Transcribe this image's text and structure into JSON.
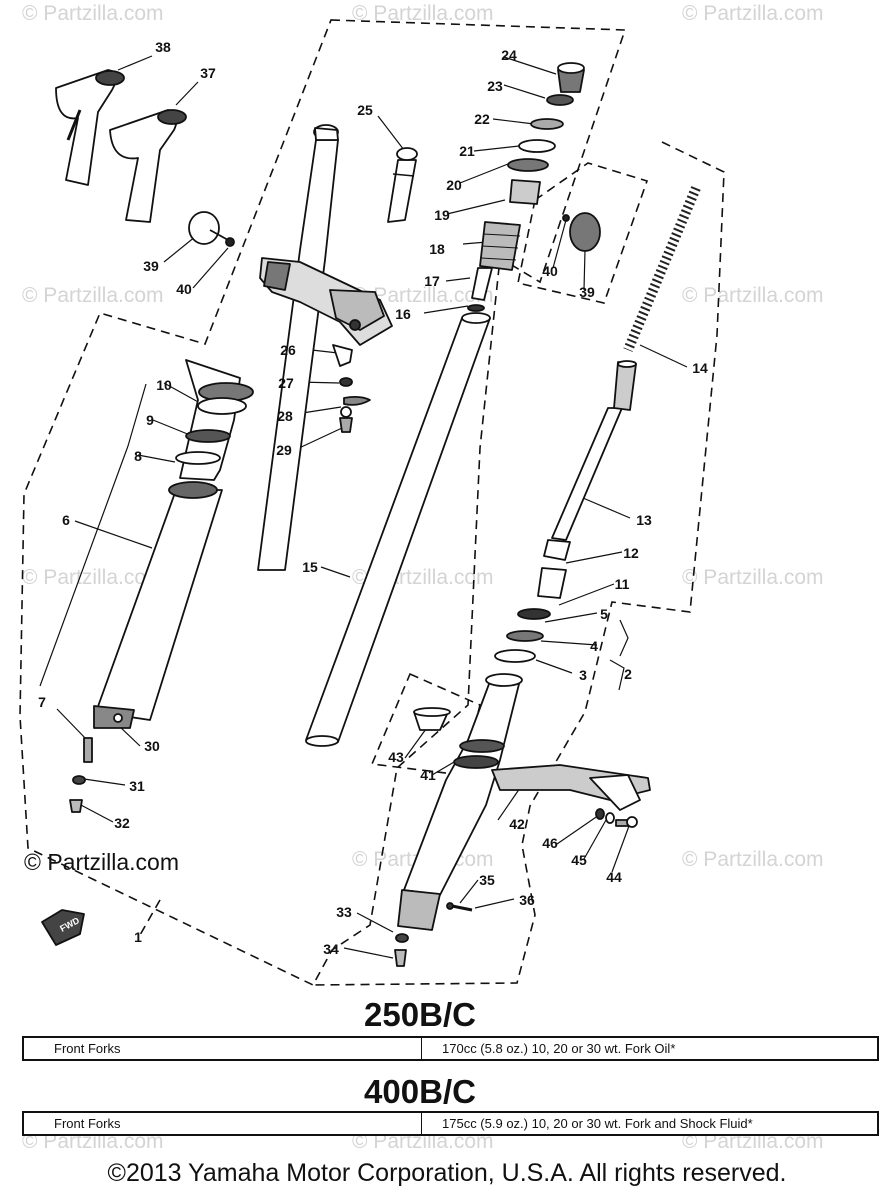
{
  "watermark": "© Partzilla.com",
  "credit": "© Partzilla.com",
  "fwd_label": "FWD",
  "callouts": [
    {
      "n": "1"
    },
    {
      "n": "2"
    },
    {
      "n": "3"
    },
    {
      "n": "4"
    },
    {
      "n": "5"
    },
    {
      "n": "6"
    },
    {
      "n": "7"
    },
    {
      "n": "8"
    },
    {
      "n": "9"
    },
    {
      "n": "10"
    },
    {
      "n": "11"
    },
    {
      "n": "12"
    },
    {
      "n": "13"
    },
    {
      "n": "14"
    },
    {
      "n": "15"
    },
    {
      "n": "16"
    },
    {
      "n": "17"
    },
    {
      "n": "18"
    },
    {
      "n": "19"
    },
    {
      "n": "20"
    },
    {
      "n": "21"
    },
    {
      "n": "22"
    },
    {
      "n": "23"
    },
    {
      "n": "24"
    },
    {
      "n": "25"
    },
    {
      "n": "26"
    },
    {
      "n": "27"
    },
    {
      "n": "28"
    },
    {
      "n": "29"
    },
    {
      "n": "30"
    },
    {
      "n": "31"
    },
    {
      "n": "32"
    },
    {
      "n": "33"
    },
    {
      "n": "34"
    },
    {
      "n": "35"
    },
    {
      "n": "36"
    },
    {
      "n": "37"
    },
    {
      "n": "38"
    },
    {
      "n": "39"
    },
    {
      "n": "40"
    },
    {
      "n": "39"
    },
    {
      "n": "40"
    },
    {
      "n": "41"
    },
    {
      "n": "42"
    },
    {
      "n": "43"
    },
    {
      "n": "44"
    },
    {
      "n": "45"
    },
    {
      "n": "46"
    }
  ],
  "specs": [
    {
      "model": "250B/C",
      "part": "Front Forks",
      "capacity": "170cc (5.8 oz.) 10, 20 or 30 wt. Fork Oil*"
    },
    {
      "model": "400B/C",
      "part": "Front Forks",
      "capacity": "175cc (5.9 oz.) 10, 20 or 30 wt. Fork and Shock Fluid*"
    }
  ],
  "copyright": "©2013 Yamaha Motor Corporation, U.S.A. All rights reserved."
}
